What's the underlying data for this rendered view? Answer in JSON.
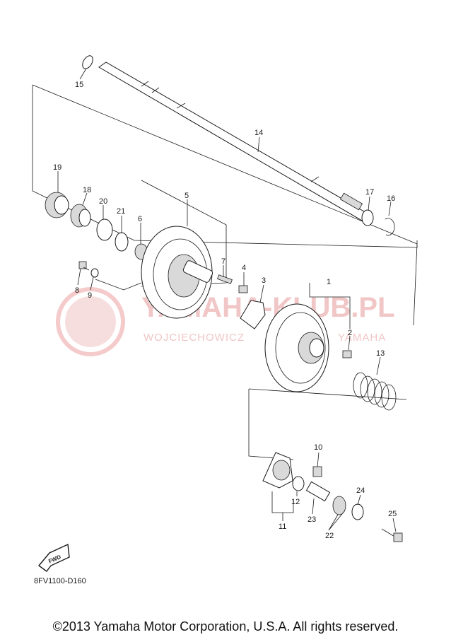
{
  "watermark": {
    "brand": "YAMAHA-KLUB.PL",
    "left": "WOJCIECHOWICZ",
    "right": "YAMAHA"
  },
  "callouts": {
    "p1": "1",
    "p2": "2",
    "p3": "3",
    "p4": "4",
    "p5": "5",
    "p6": "6",
    "p7": "7",
    "p8": "8",
    "p9": "9",
    "p10": "10",
    "p11": "11",
    "p12": "12",
    "p13": "13",
    "p14": "14",
    "p15": "15",
    "p16": "16",
    "p17": "17",
    "p18": "18",
    "p19": "19",
    "p20": "20",
    "p21": "21",
    "p22": "22",
    "p23": "23",
    "p24": "24",
    "p25": "25"
  },
  "fwd_badge": "FWD",
  "diagram_code": "8FV1100-D160",
  "copyright": "©2013 Yamaha Motor Corporation, U.S.A. All rights reserved.",
  "colors": {
    "line": "#1a1a1a",
    "watermark": "#f1c6c6",
    "background": "#ffffff"
  }
}
